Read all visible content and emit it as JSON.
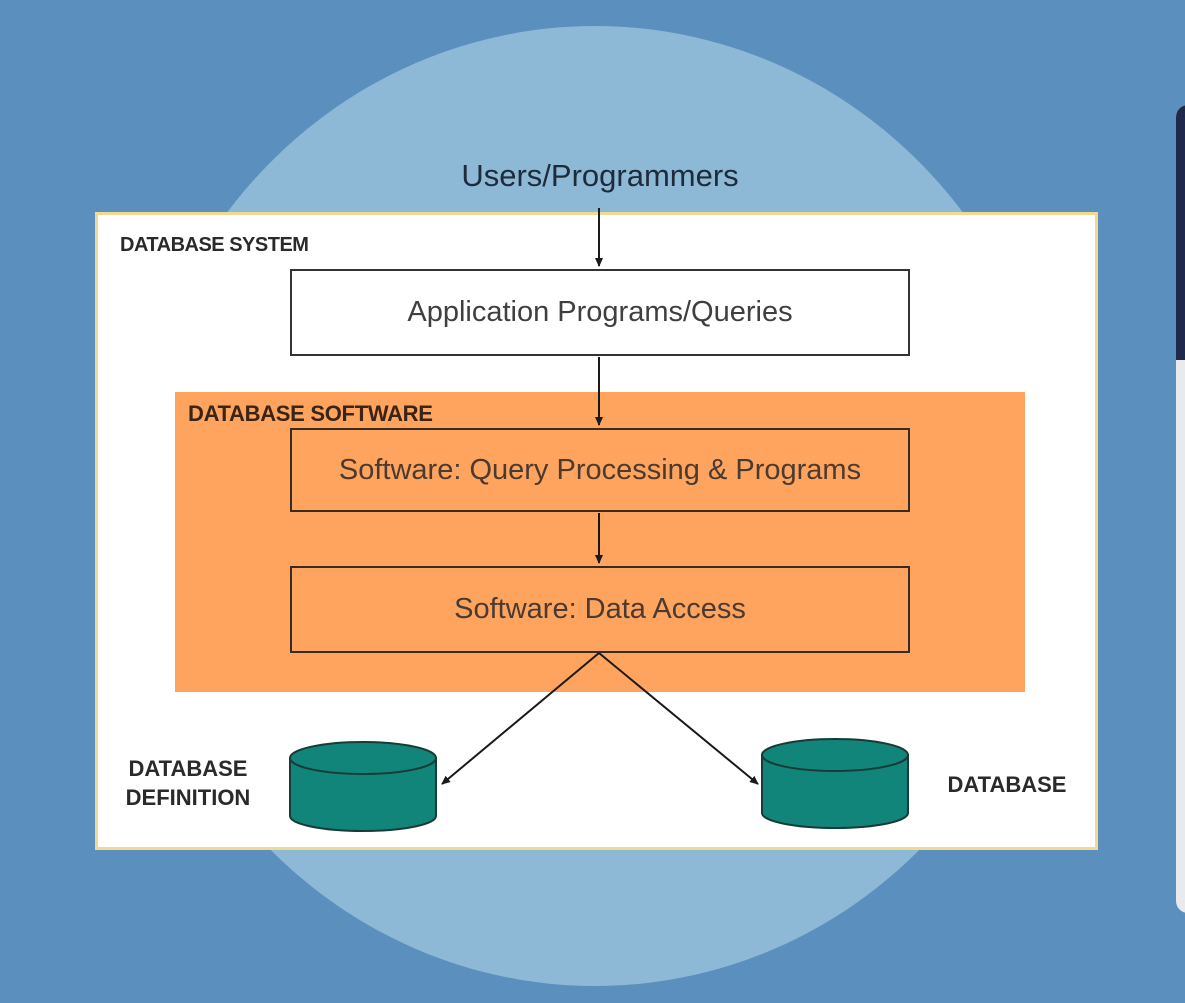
{
  "diagram": {
    "top_label": "Users/Programmers",
    "system_label": "DATABASE SYSTEM",
    "software_label": "DATABASE SOFTWARE",
    "boxes": {
      "application": "Application Programs/Queries",
      "query_processing": "Software: Query Processing & Programs",
      "data_access": "Software: Data Access"
    },
    "stores": {
      "definition_line1": "DATABASE",
      "definition_line2": "DEFINITION",
      "database": "DATABASE"
    },
    "colors": {
      "background": "#5a8fbe",
      "circle": "#8db8d6",
      "system_border": "#f3d892",
      "software_fill": "#ffa45e",
      "cylinder_fill": "#12857a"
    }
  }
}
